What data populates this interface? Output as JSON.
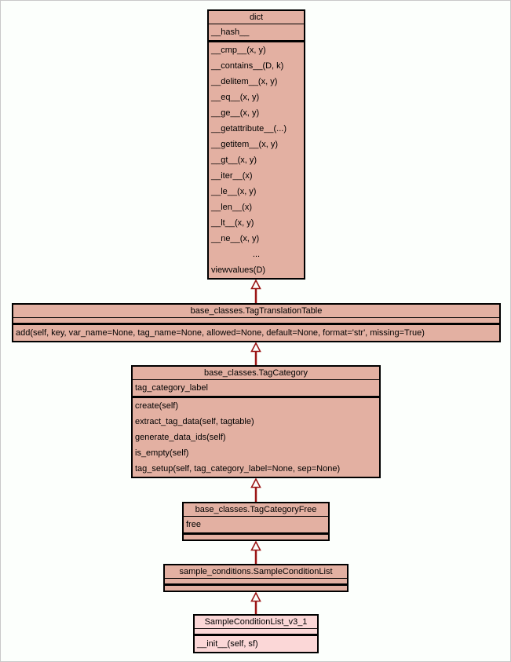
{
  "diagram": {
    "type": "uml-class-inheritance-diagram",
    "colors": {
      "canvas_background": "#fcfffc",
      "canvas_border": "#c9c9c9",
      "class_fill": "#e3b0a2",
      "highlight_class_fill": "#fbd7d7",
      "box_border": "#000000",
      "arrow_color": "#9b1616"
    },
    "classes": [
      {
        "name": "dict",
        "attributes": [
          "__hash__"
        ],
        "methods": [
          "__cmp__(x, y)",
          "__contains__(D, k)",
          "__delitem__(x, y)",
          "__eq__(x, y)",
          "__ge__(x, y)",
          "__getattribute__(...)",
          "__getitem__(x, y)",
          "__gt__(x, y)",
          "__iter__(x)",
          "__le__(x, y)",
          "__len__(x)",
          "__lt__(x, y)",
          "__ne__(x, y)",
          "...",
          "viewvalues(D)"
        ]
      },
      {
        "name": "base_classes.TagTranslationTable",
        "attributes": [],
        "methods": [
          "add(self, key, var_name=None, tag_name=None, allowed=None, default=None, format='str', missing=True)"
        ]
      },
      {
        "name": "base_classes.TagCategory",
        "attributes": [
          "tag_category_label"
        ],
        "methods": [
          "create(self)",
          "extract_tag_data(self, tagtable)",
          "generate_data_ids(self)",
          "is_empty(self)",
          "tag_setup(self, tag_category_label=None, sep=None)"
        ]
      },
      {
        "name": "base_classes.TagCategoryFree",
        "attributes": [
          "free"
        ],
        "methods": []
      },
      {
        "name": "sample_conditions.SampleConditionList",
        "attributes": [],
        "methods": []
      },
      {
        "name": "SampleConditionList_v3_1",
        "attributes": [],
        "methods": [
          "__init__(self, sf)"
        ],
        "highlighted": true
      }
    ],
    "inheritance": [
      {
        "subclass": "base_classes.TagTranslationTable",
        "superclass": "dict"
      },
      {
        "subclass": "base_classes.TagCategory",
        "superclass": "base_classes.TagTranslationTable"
      },
      {
        "subclass": "base_classes.TagCategoryFree",
        "superclass": "base_classes.TagCategory"
      },
      {
        "subclass": "sample_conditions.SampleConditionList",
        "superclass": "base_classes.TagCategoryFree"
      },
      {
        "subclass": "SampleConditionList_v3_1",
        "superclass": "sample_conditions.SampleConditionList"
      }
    ]
  }
}
